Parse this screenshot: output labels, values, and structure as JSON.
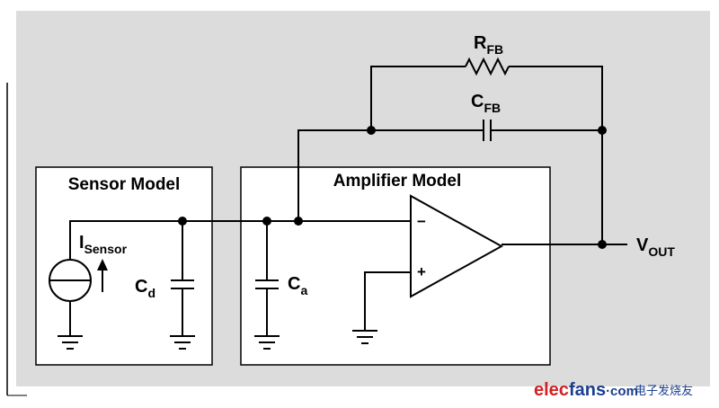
{
  "colors": {
    "background": "#dcdcdc",
    "frame": "#ffffff",
    "line": "#000000",
    "watermark_red": "#d42020",
    "watermark_blue": "#1a3f8f"
  },
  "sensor_box": {
    "title": "Sensor Model"
  },
  "amplifier_box": {
    "title": "Amplifier Model"
  },
  "components": {
    "rfb": {
      "main": "R",
      "sub": "FB"
    },
    "cfb": {
      "main": "C",
      "sub": "FB"
    },
    "isensor": {
      "main": "I",
      "sub": "Sensor"
    },
    "cd": {
      "main": "C",
      "sub": "d"
    },
    "ca": {
      "main": "C",
      "sub": "a"
    },
    "vout": {
      "main": "V",
      "sub": "OUT"
    }
  },
  "opamp": {
    "inverting": "−",
    "non_inverting": "+"
  },
  "watermark": {
    "brand_part1": "elec",
    "brand_part2": "fans",
    "brand_part3": "·com",
    "chinese": "电子发烧友"
  }
}
